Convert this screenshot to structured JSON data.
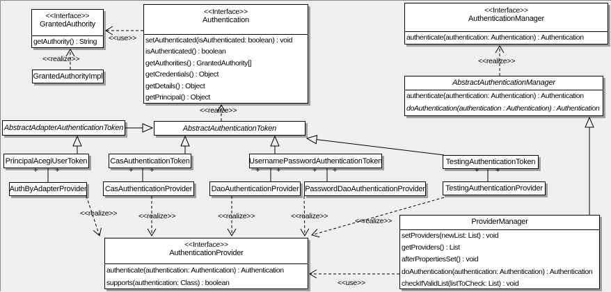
{
  "diagram": {
    "background": "#efefef",
    "box_fill": "#ffffff",
    "line_color": "#000000",
    "plus": "+",
    "use_label": "<<use>>",
    "realize_label": "<<realize>>"
  },
  "classes": {
    "granted_authority": {
      "stereotype": "<<Interface>>",
      "name": "GrantedAuthority",
      "methods": [
        "getAuthority() : String"
      ]
    },
    "granted_authority_impl": {
      "name": "GrantedAuthorityImpl"
    },
    "authentication": {
      "stereotype": "<<Interface>>",
      "name": "Authentication",
      "methods": [
        "setAuthenticated(isAuthenticated: boolean) : void",
        "isAuthenticated() : boolean",
        "getAuthorities() : GrantedAuthority[]",
        "getCredentials() : Object",
        "getDetails() : Object",
        "getPrincipal() : Object"
      ]
    },
    "authentication_manager": {
      "stereotype": "<<Interface>>",
      "name": "AuthenticationManager",
      "methods": [
        "authenticate(authentication: Authentication) : Authentication"
      ]
    },
    "abstract_authentication_manager": {
      "name": "AbstractAuthenticationManager",
      "methods": [
        "authenticate(authentication: Authentication) : Authentication",
        "doAuthentication(authentication : Authentication) : Authentication"
      ]
    },
    "abstract_adapter_authentication_token": {
      "name": "AbstractAdapterAuthenticationToken"
    },
    "abstract_authentication_token": {
      "name": "AbstractAuthenticationToken"
    },
    "principal_acegi_user_token": {
      "name": "PrincipalAcegiUserToken"
    },
    "cas_authentication_token": {
      "name": "CasAuthenticationToken"
    },
    "username_password_authentication_token": {
      "name": "UsernamePasswordAuthenticationToken"
    },
    "testing_authentication_token": {
      "name": "TestingAuthenticationToken"
    },
    "auth_by_adapter_provider": {
      "name": "AuthByAdapterProvider"
    },
    "cas_authentication_provider": {
      "name": "CasAuthenticationProvider"
    },
    "dao_authentication_provider": {
      "name": "DaoAuthenticationProvider"
    },
    "password_dao_authentication_provider": {
      "name": "PasswordDaoAuthenticationProvider"
    },
    "testing_authentication_provider": {
      "name": "TestingAuthenticationProvider"
    },
    "authentication_provider": {
      "stereotype": "<<Interface>>",
      "name": "AuthenticationProvider",
      "methods": [
        "authenticate(authentication: Authentication) : Authentication",
        "supports(authentication: Class) : boolean"
      ]
    },
    "provider_manager": {
      "name": "ProviderManager",
      "methods": [
        "setProviders(newList: List) : void",
        "getProviders() : List",
        "afterPropertiesSet() : void",
        "doAuthentication(authentication: Authentication) : Authentication",
        "checkIfValidList(listToCheck: List) : void"
      ]
    }
  }
}
